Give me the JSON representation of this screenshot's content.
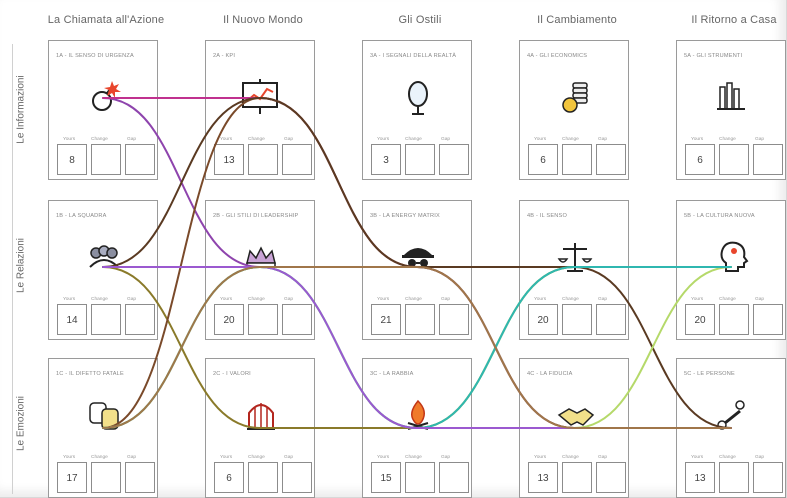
{
  "columns": [
    "La Chiamata all'Azione",
    "Il Nuovo Mondo",
    "Gli Ostili",
    "Il Cambiamento",
    "Il Ritorno a Casa"
  ],
  "rows": [
    "Le Informazioni",
    "Le Relazioni",
    "Le Emozioni"
  ],
  "box_labels": {
    "yours": "Yours",
    "change": "Change",
    "gap": "Gap"
  },
  "cards": [
    {
      "id": "1A",
      "title": "1A - IL SENSO DI URGENZA",
      "score": "8",
      "icon": "bomb-icon"
    },
    {
      "id": "2A",
      "title": "2A - KPI",
      "score": "13",
      "icon": "chart-board-icon"
    },
    {
      "id": "3A",
      "title": "3A - I SEGNALI DELLA REALTÀ",
      "score": "3",
      "icon": "mirror-icon"
    },
    {
      "id": "4A",
      "title": "4A - GLI ECONOMICS",
      "score": "6",
      "icon": "coins-icon"
    },
    {
      "id": "5A",
      "title": "5A - GLI STRUMENTI",
      "score": "6",
      "icon": "tools-icon"
    },
    {
      "id": "1B",
      "title": "1B - LA SQUADRA",
      "score": "14",
      "icon": "team-icon"
    },
    {
      "id": "2B",
      "title": "2B - GLI STILI DI LEADERSHIP",
      "score": "20",
      "icon": "crown-icon"
    },
    {
      "id": "3B",
      "title": "3B - LA ENERGY MATRIX",
      "score": "21",
      "icon": "spy-icon"
    },
    {
      "id": "4B",
      "title": "4B - IL SENSO",
      "score": "20",
      "icon": "scales-icon"
    },
    {
      "id": "5B",
      "title": "5B - LA CULTURA NUOVA",
      "score": "20",
      "icon": "head-icon"
    },
    {
      "id": "1C",
      "title": "1C - IL DIFETTO FATALE",
      "score": "17",
      "icon": "masks-icon"
    },
    {
      "id": "2C",
      "title": "2C - I VALORI",
      "score": "6",
      "icon": "birdcage-icon"
    },
    {
      "id": "3C",
      "title": "3C - LA RABBIA",
      "score": "15",
      "icon": "fire-icon"
    },
    {
      "id": "4C",
      "title": "4C - LA FIDUCIA",
      "score": "13",
      "icon": "handshake-icon"
    },
    {
      "id": "5C",
      "title": "5C - LE PERSONE",
      "score": "13",
      "icon": "people-icon"
    }
  ],
  "paths": [
    {
      "name": "purple",
      "color": "#8e44ad",
      "stops": [
        "1A",
        "2B",
        "3B",
        "4C",
        "5C"
      ]
    },
    {
      "name": "magenta",
      "color": "#c0318f",
      "stops": [
        "1A",
        "2A",
        "3B",
        "4B",
        "5B"
      ]
    },
    {
      "name": "blue",
      "color": "#3b5bd6",
      "stops": [
        "1B",
        "2B",
        "3B",
        "4B",
        "5B"
      ]
    },
    {
      "name": "olive",
      "color": "#8a7a2a",
      "stops": [
        "1B",
        "2C",
        "3C",
        "4B",
        "5B"
      ]
    },
    {
      "name": "brown",
      "color": "#7a4a2a",
      "stops": [
        "1C",
        "2A",
        "3B",
        "4C",
        "5C"
      ]
    },
    {
      "name": "dark-brown",
      "color": "#5a3a22",
      "stops": [
        "1B",
        "2A",
        "3B",
        "4B",
        "5C"
      ]
    },
    {
      "name": "green",
      "color": "#7cc24a",
      "stops": [
        "1C",
        "2B",
        "3C",
        "4B",
        "5B"
      ]
    },
    {
      "name": "light-green",
      "color": "#b5d96a",
      "stops": [
        "1C",
        "2B",
        "3C",
        "4C",
        "5B"
      ]
    },
    {
      "name": "teal",
      "color": "#2fb7b0",
      "stops": [
        "1C",
        "2B",
        "3C",
        "4B",
        "5B"
      ]
    },
    {
      "name": "violet",
      "color": "#9b59d0",
      "stops": [
        "1B",
        "2B",
        "3C",
        "4C",
        "5C"
      ]
    },
    {
      "name": "tan",
      "color": "#a0764a",
      "stops": [
        "1C",
        "2B",
        "3B",
        "4C",
        "5C"
      ]
    }
  ]
}
